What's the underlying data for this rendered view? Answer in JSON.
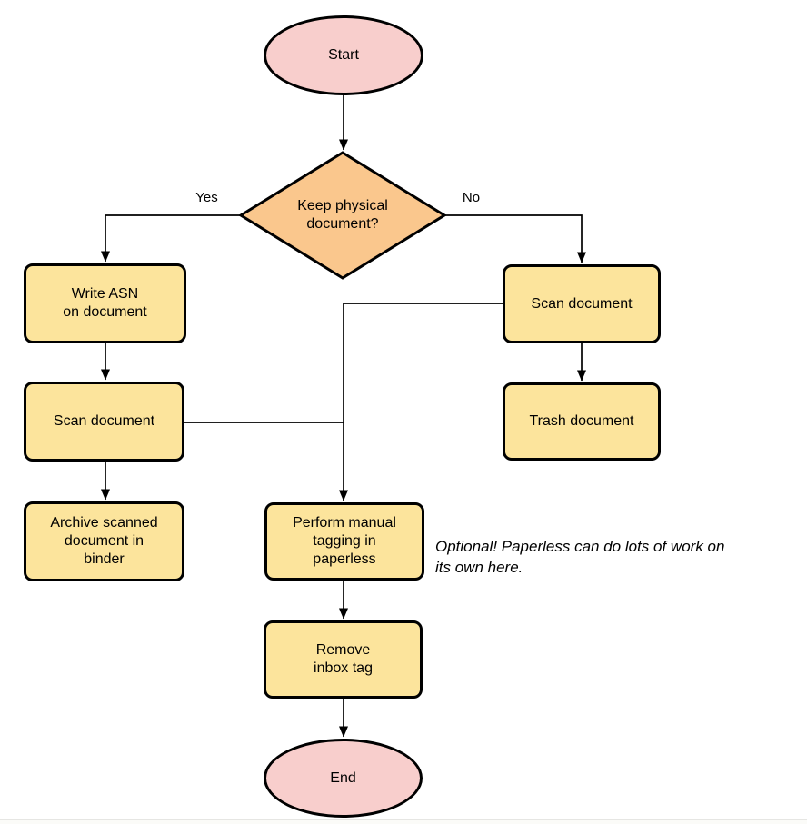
{
  "colors": {
    "canvas-bg": "#ffffff",
    "terminal-fill": "#F8CECC",
    "decision-fill": "#FAC78D",
    "process-fill": "#FCE49C",
    "shape-stroke": "#000000",
    "connector-stroke": "#000000",
    "text-color": "#000000",
    "bottom-rule": "#e6e6e3",
    "bottom-band": "#fbfbf8"
  },
  "nodes": {
    "start": {
      "label": "Start"
    },
    "decision": {
      "label": "Keep physical\ndocument?"
    },
    "write_asn": {
      "label": "Write ASN\non document"
    },
    "scan_left": {
      "label": "Scan document"
    },
    "archive": {
      "label": "Archive scanned\ndocument in\nbinder"
    },
    "scan_right": {
      "label": "Scan document"
    },
    "trash": {
      "label": "Trash document"
    },
    "perform_tagging": {
      "label": "Perform manual\ntagging in\npaperless"
    },
    "remove_inbox": {
      "label": "Remove\ninbox tag"
    },
    "end": {
      "label": "End"
    }
  },
  "edge_labels": {
    "yes": "Yes",
    "no": "No"
  },
  "annotation": {
    "note": "Optional! Paperless can do lots of work on\nits own here."
  }
}
